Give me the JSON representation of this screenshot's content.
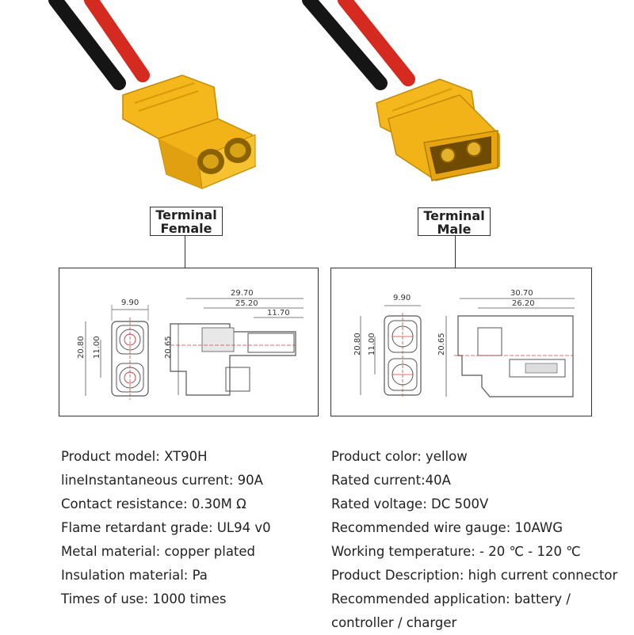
{
  "labels": {
    "female": [
      "Terminal",
      "Female"
    ],
    "male": [
      "Terminal",
      "Male"
    ]
  },
  "dimensions": {
    "female": {
      "width": "9.90",
      "height_outer": "20.80",
      "height_inner": "11.00",
      "height_side": "20.65",
      "length_total": "29.70",
      "length_body": "25.20",
      "length_contact": "11.70"
    },
    "male": {
      "width": "9.90",
      "height_outer": "20.80",
      "height_inner": "11.00",
      "height_side": "20.65",
      "length_total": "30.70",
      "length_body": "26.20"
    }
  },
  "specs_left": [
    "Product model: XT90H",
    "lineInstantaneous current: 90A",
    "Contact resistance: 0.30M Ω",
    "Flame retardant grade: UL94 v0",
    "Metal material: copper plated",
    "Insulation material: Pa",
    "Times of use: 1000 times"
  ],
  "specs_right": [
    "Product color: yellow",
    "Rated current:40A",
    "Rated voltage: DC 500V",
    "Recommended wire gauge: 10AWG",
    "Working temperature: - 20 ℃ - 120 ℃",
    "Product Description: high current connector",
    "Recommended application: battery /",
    "controller / charger"
  ],
  "colors": {
    "connector_yellow": "#f4b71c",
    "wire_red": "#d42a20",
    "wire_black": "#151515"
  }
}
